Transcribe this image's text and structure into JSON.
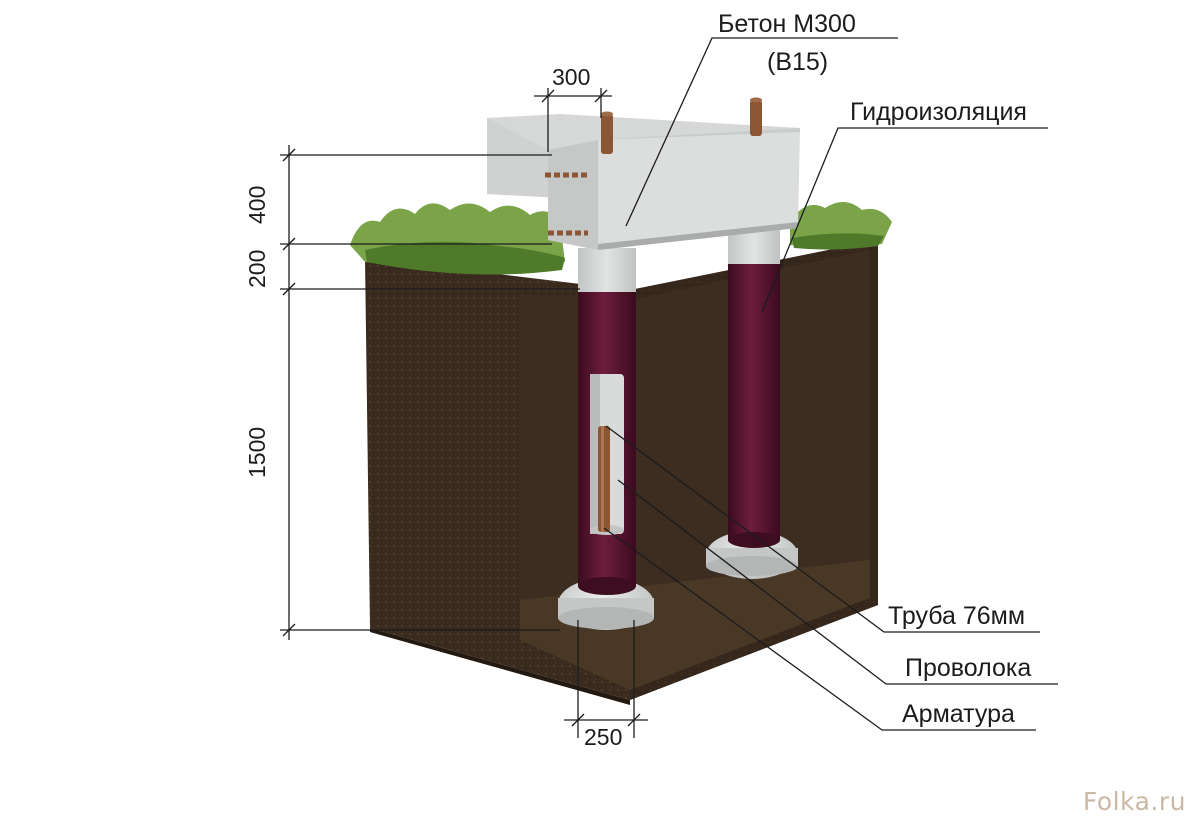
{
  "labels": {
    "concrete_line1": "Бетон М300",
    "concrete_line2": "(В15)",
    "waterproofing": "Гидроизоляция",
    "pipe": "Труба 76мм",
    "wire": "Проволока",
    "rebar": "Арматура"
  },
  "dimensions": {
    "beam_width": "300",
    "beam_height": "400",
    "gap_height": "200",
    "depth": "1500",
    "pile_diameter": "250"
  },
  "watermark": "Folka.ru",
  "colors": {
    "soil": "#3b2c20",
    "concrete": "#d3d6d5",
    "pipe": "#5a1530",
    "rebar": "#8a5634",
    "grass": "#6f9a3e",
    "line": "#1c1c1c"
  }
}
